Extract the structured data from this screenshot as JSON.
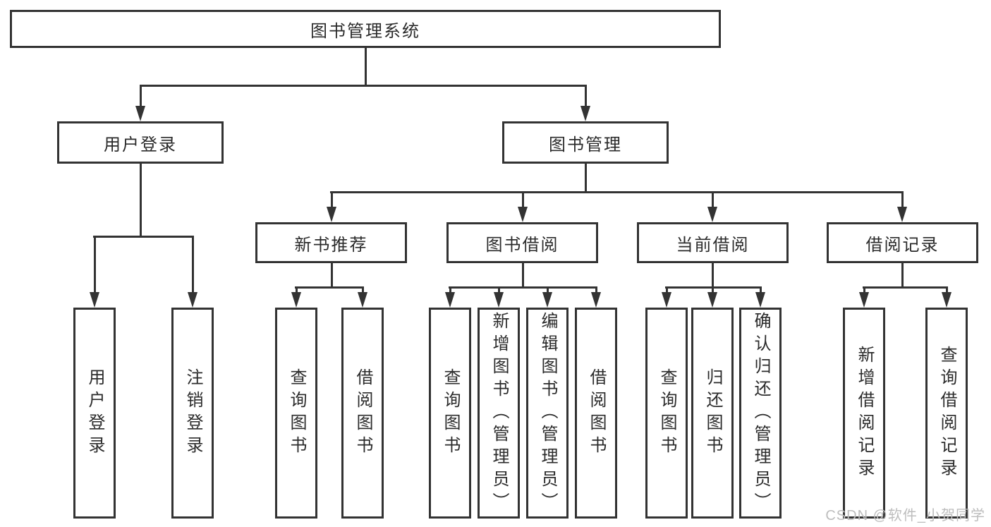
{
  "diagram": {
    "colors": {
      "line": "#333333",
      "text": "#2b2b2b",
      "background": "#ffffff",
      "watermark_color": "#bdbdbd"
    },
    "watermark": {
      "text": "CSDN @软件_小贺同学"
    },
    "tree": {
      "label": "图书管理系统",
      "children": [
        {
          "label": "用户登录",
          "children": [
            {
              "label": "用户登录"
            },
            {
              "label": "注销登录"
            }
          ]
        },
        {
          "label": "图书管理",
          "children": [
            {
              "label": "新书推荐",
              "children": [
                {
                  "label": "查询图书"
                },
                {
                  "label": "借阅图书"
                }
              ]
            },
            {
              "label": "图书借阅",
              "children": [
                {
                  "label": "查询图书"
                },
                {
                  "label": "新增图书（管理员）"
                },
                {
                  "label": "编辑图书（管理员）"
                },
                {
                  "label": "借阅图书"
                }
              ]
            },
            {
              "label": "当前借阅",
              "children": [
                {
                  "label": "查询图书"
                },
                {
                  "label": "归还图书"
                },
                {
                  "label": "确认归还（管理员）"
                }
              ]
            },
            {
              "label": "借阅记录",
              "children": [
                {
                  "label": "新增借阅记录"
                },
                {
                  "label": "查询借阅记录"
                }
              ]
            }
          ]
        }
      ]
    }
  }
}
